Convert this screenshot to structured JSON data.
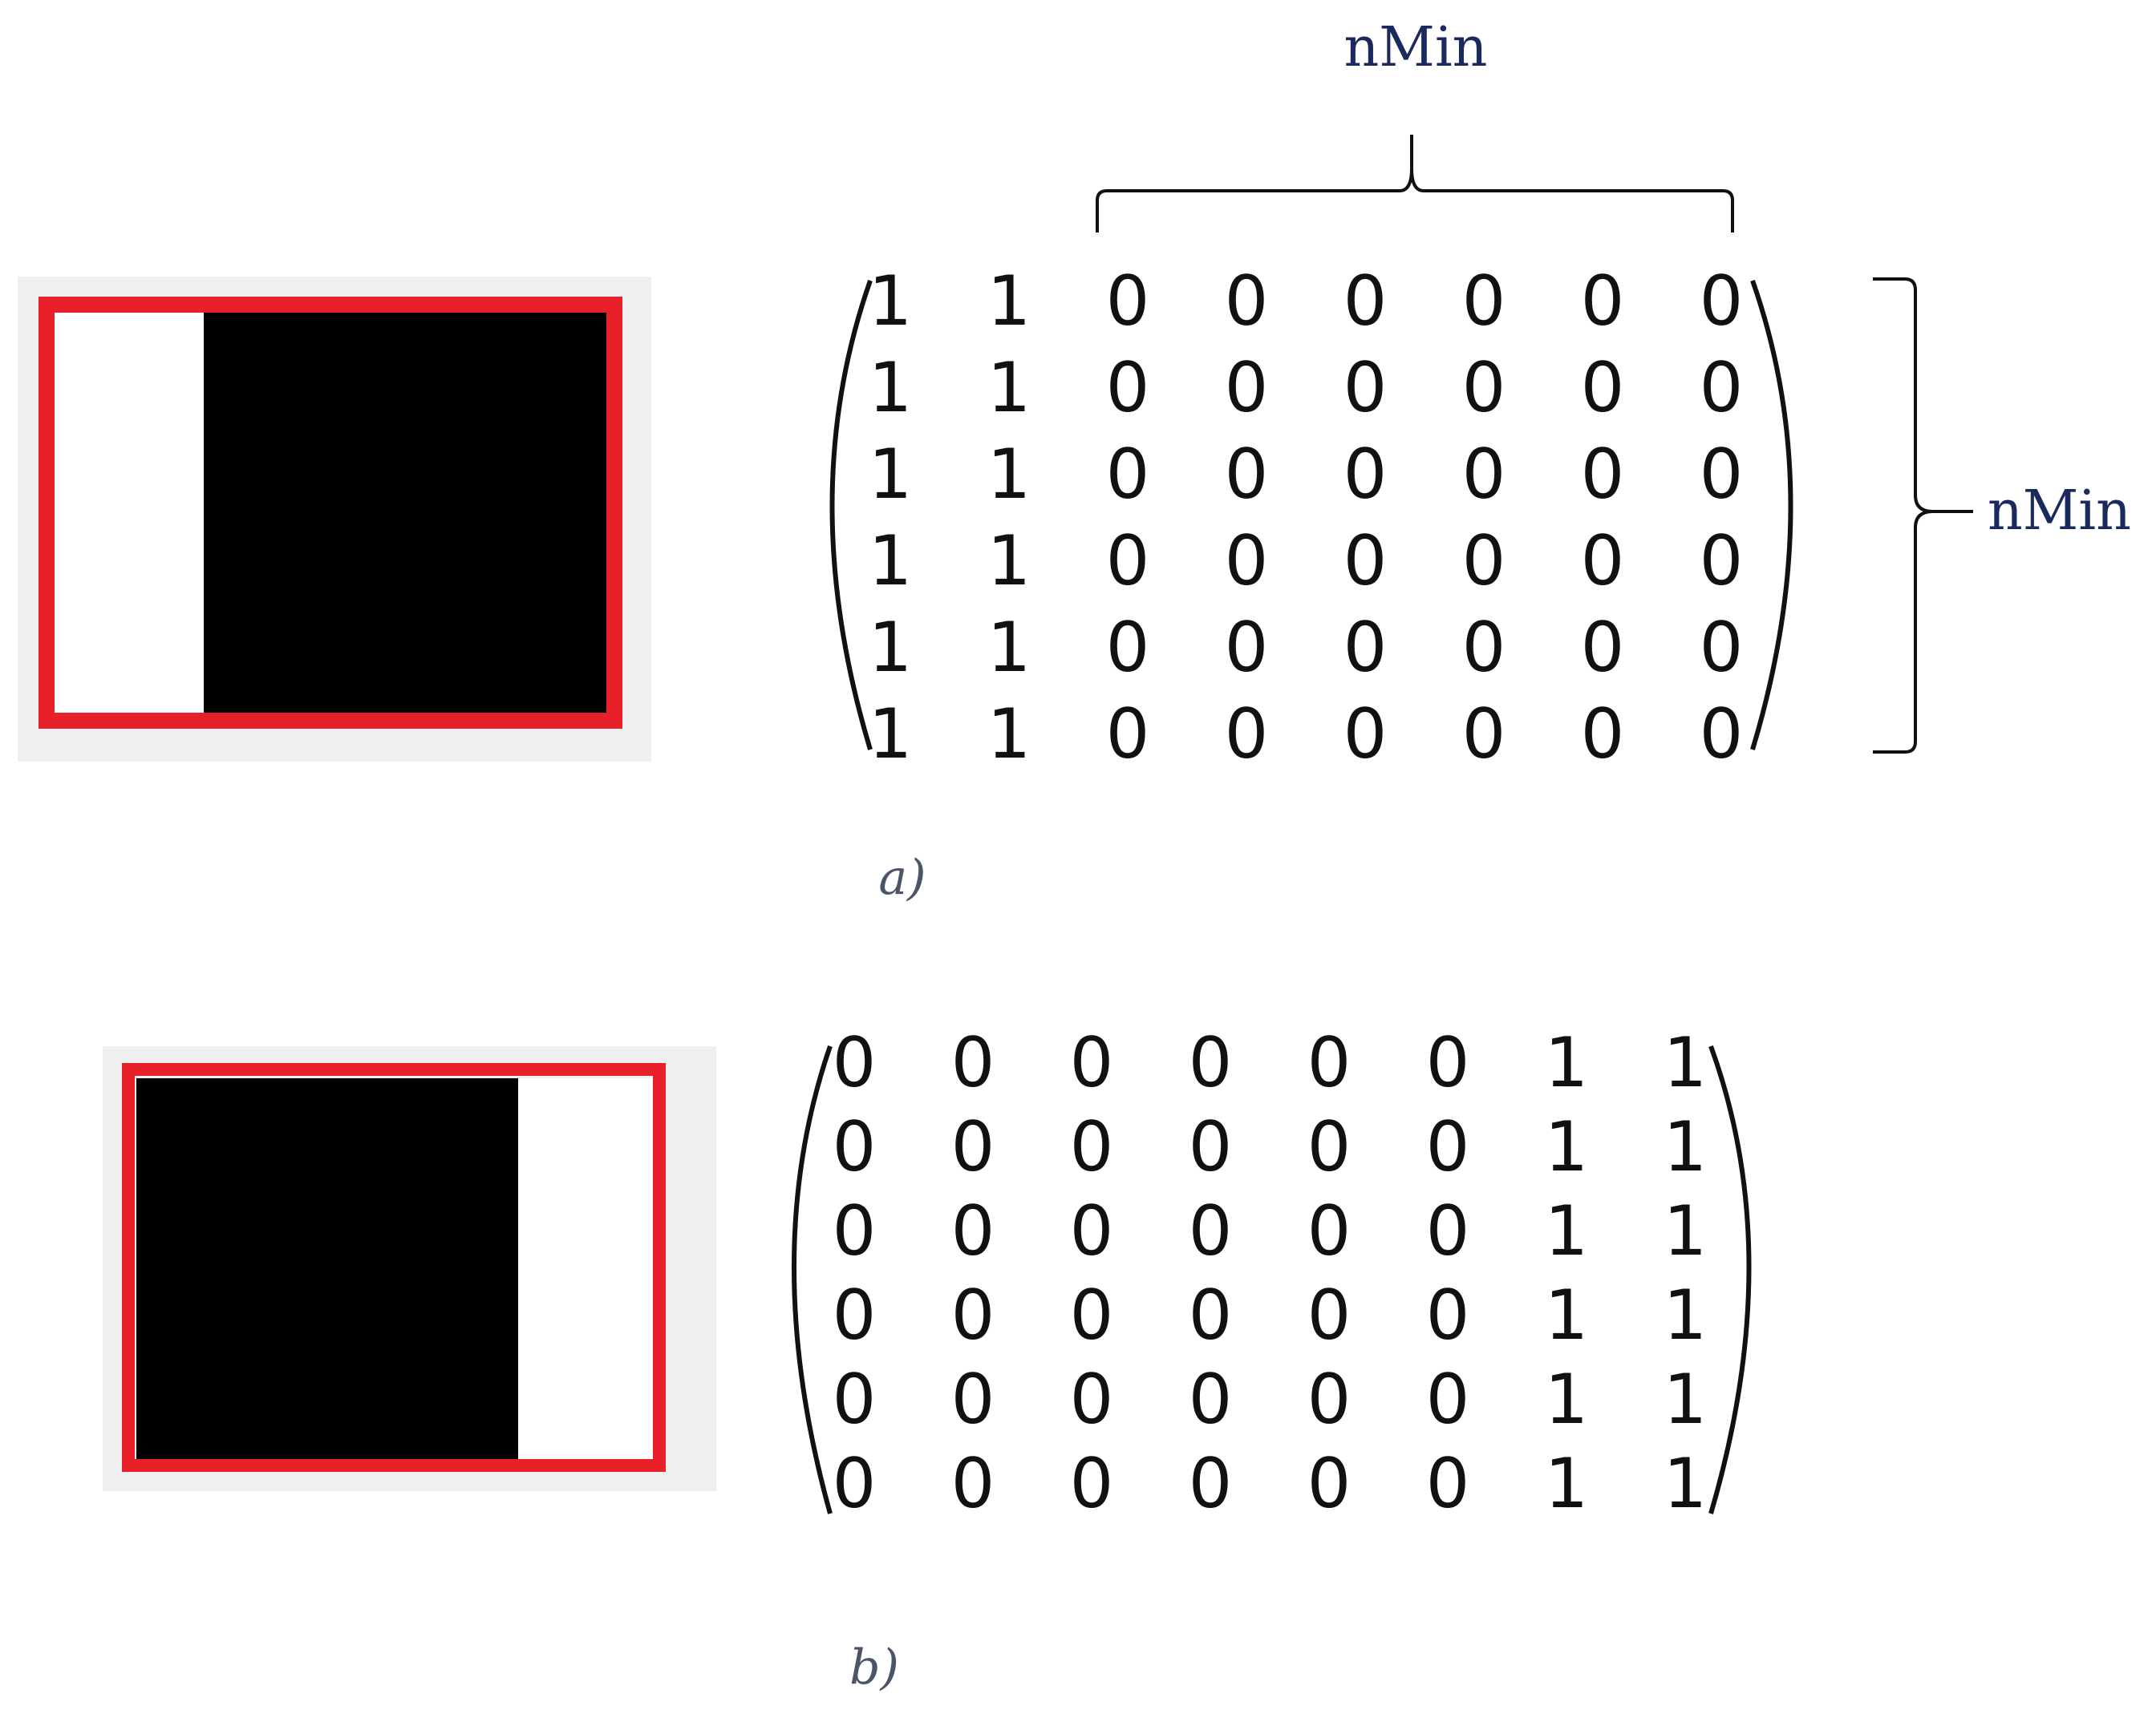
{
  "colors": {
    "frame_border": "#e8202a",
    "frame_background": "#efefef",
    "dark_region": "#000000",
    "light_region": "#ffffff",
    "label": "#1a2a5e",
    "caption": "#4a5568",
    "matrix_text": "#111111"
  },
  "panel_a": {
    "caption": "a)",
    "image": {
      "white_side": "left",
      "white_fraction": 0.28
    },
    "matrix": [
      [
        "1",
        "1",
        "0",
        "0",
        "0",
        "0",
        "0",
        "0"
      ],
      [
        "1",
        "1",
        "0",
        "0",
        "0",
        "0",
        "0",
        "0"
      ],
      [
        "1",
        "1",
        "0",
        "0",
        "0",
        "0",
        "0",
        "0"
      ],
      [
        "1",
        "1",
        "0",
        "0",
        "0",
        "0",
        "0",
        "0"
      ],
      [
        "1",
        "1",
        "0",
        "0",
        "0",
        "0",
        "0",
        "0"
      ],
      [
        "1",
        "1",
        "0",
        "0",
        "0",
        "0",
        "0",
        "0"
      ]
    ],
    "top_brace_label": "nMin",
    "right_brace_label": "nMin"
  },
  "panel_b": {
    "caption": "b)",
    "image": {
      "white_side": "right",
      "white_fraction": 0.26
    },
    "matrix": [
      [
        "0",
        "0",
        "0",
        "0",
        "0",
        "0",
        "1",
        "1"
      ],
      [
        "0",
        "0",
        "0",
        "0",
        "0",
        "0",
        "1",
        "1"
      ],
      [
        "0",
        "0",
        "0",
        "0",
        "0",
        "0",
        "1",
        "1"
      ],
      [
        "0",
        "0",
        "0",
        "0",
        "0",
        "0",
        "1",
        "1"
      ],
      [
        "0",
        "0",
        "0",
        "0",
        "0",
        "0",
        "1",
        "1"
      ],
      [
        "0",
        "0",
        "0",
        "0",
        "0",
        "0",
        "1",
        "1"
      ]
    ]
  }
}
